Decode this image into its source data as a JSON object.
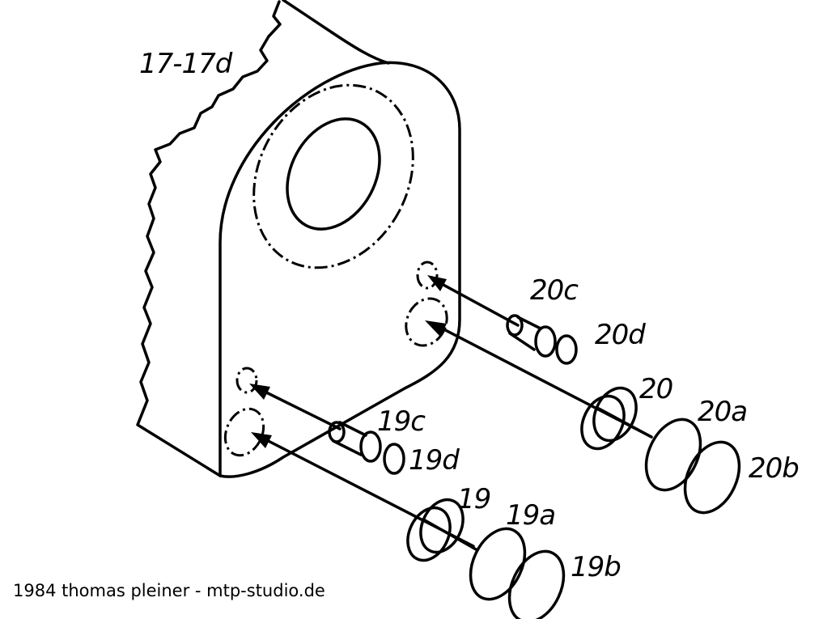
{
  "diagram": {
    "labels": {
      "part_17": "17-17d",
      "part_20c": "20c",
      "part_20d": "20d",
      "part_20": "20",
      "part_20a": "20a",
      "part_20b": "20b",
      "part_19c": "19c",
      "part_19d": "19d",
      "part_19": "19",
      "part_19a": "19a",
      "part_19b": "19b"
    },
    "credit": "1984 thomas pleiner - mtp-studio.de"
  }
}
